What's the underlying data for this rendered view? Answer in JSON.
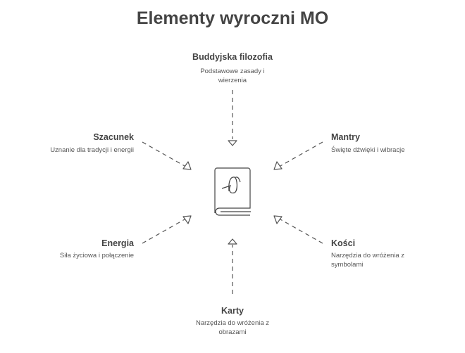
{
  "title": "Elementy wyroczni MO",
  "nodes": [
    {
      "title": "Buddyjska filozofia",
      "desc": "Podstawowe zasady i wierzenia"
    },
    {
      "title": "Mantry",
      "desc": "Święte dźwięki i wibracje"
    },
    {
      "title": "Kości",
      "desc": "Narzędzia do wróżenia z symbolami"
    },
    {
      "title": "Karty",
      "desc": "Narzędzia do wróżenia z obrazami"
    },
    {
      "title": "Energia",
      "desc": "Siła życiowa i połączenie"
    },
    {
      "title": "Szacunek",
      "desc": "Uznanie dla tradycji i energii"
    }
  ],
  "center_icon": "book-icon"
}
